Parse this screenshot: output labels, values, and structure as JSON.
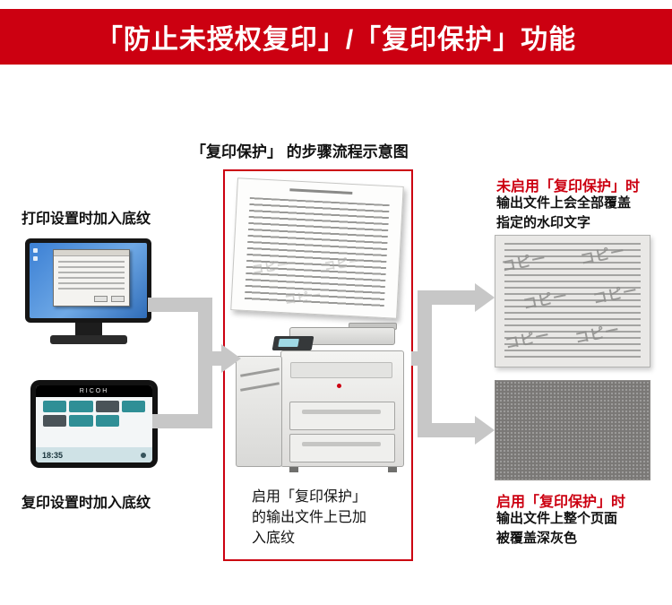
{
  "banner": {
    "title": "「防止未授权复印」/「复印保护」功能"
  },
  "subtitle": "「复印保护」 的步骤流程示意图",
  "left": {
    "print_label": "打印设置时加入底纹",
    "copy_label": "复印设置时加入底纹",
    "tablet_brand": "RICOH",
    "tablet_time": "18:35"
  },
  "center": {
    "caption_lines": [
      "启用「复印保护」",
      "的输出文件上已加",
      "入底纹"
    ]
  },
  "right_top": {
    "heading": "未启用「复印保护」时",
    "line1": "输出文件上会全部覆盖",
    "line2": "指定的水印文字",
    "watermark": "コピー"
  },
  "right_bottom": {
    "heading": "启用「复印保护」时",
    "line1": "输出文件上整个页面",
    "line2": "被覆盖深灰色"
  },
  "colors": {
    "accent_red": "#cc0011",
    "arrow_gray": "#c7c7c7",
    "covered_gray": "#7a7876"
  }
}
